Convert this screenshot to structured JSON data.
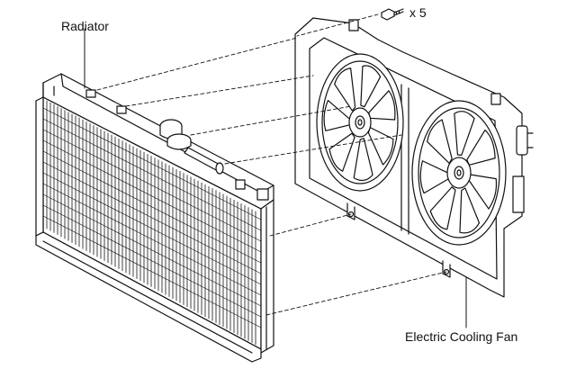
{
  "labels": {
    "radiator": "Radiator",
    "fan": "Electric Cooling Fan",
    "bolt_qty": "x 5"
  },
  "icons": {
    "bolt": "bolt-icon"
  },
  "colors": {
    "line": "#111111",
    "fill": "#ffffff"
  }
}
